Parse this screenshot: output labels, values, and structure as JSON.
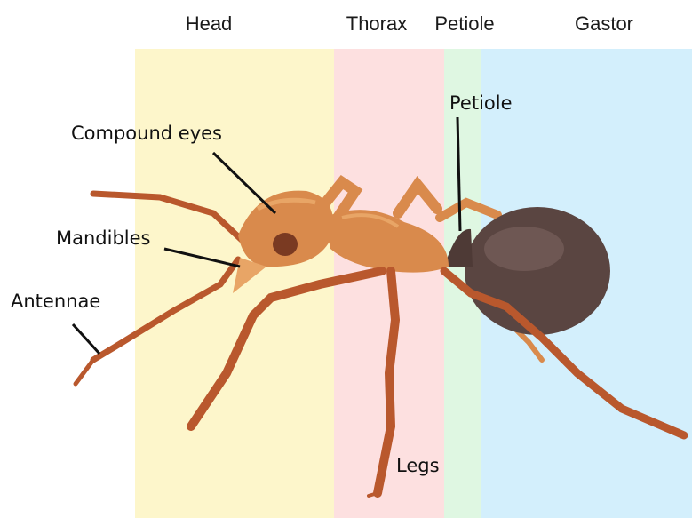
{
  "regions": [
    {
      "label": "Head",
      "color": "#fdf6cb"
    },
    {
      "label": "Thorax",
      "color": "#fde0e0"
    },
    {
      "label": "Petiole",
      "color": "#dff7e2"
    },
    {
      "label": "Gastor",
      "color": "#d3effc"
    }
  ],
  "parts": {
    "compound_eyes": "Compound eyes",
    "mandibles": "Mandibles",
    "antennae": "Antennae",
    "petiole": "Petiole",
    "legs": "Legs"
  },
  "colors": {
    "ant_body": "#d98a4c",
    "ant_body_light": "#e8a566",
    "ant_leg": "#b9582d",
    "gastor": "#5a4541",
    "eye": "#7a3a22",
    "leader_line": "#111111"
  }
}
